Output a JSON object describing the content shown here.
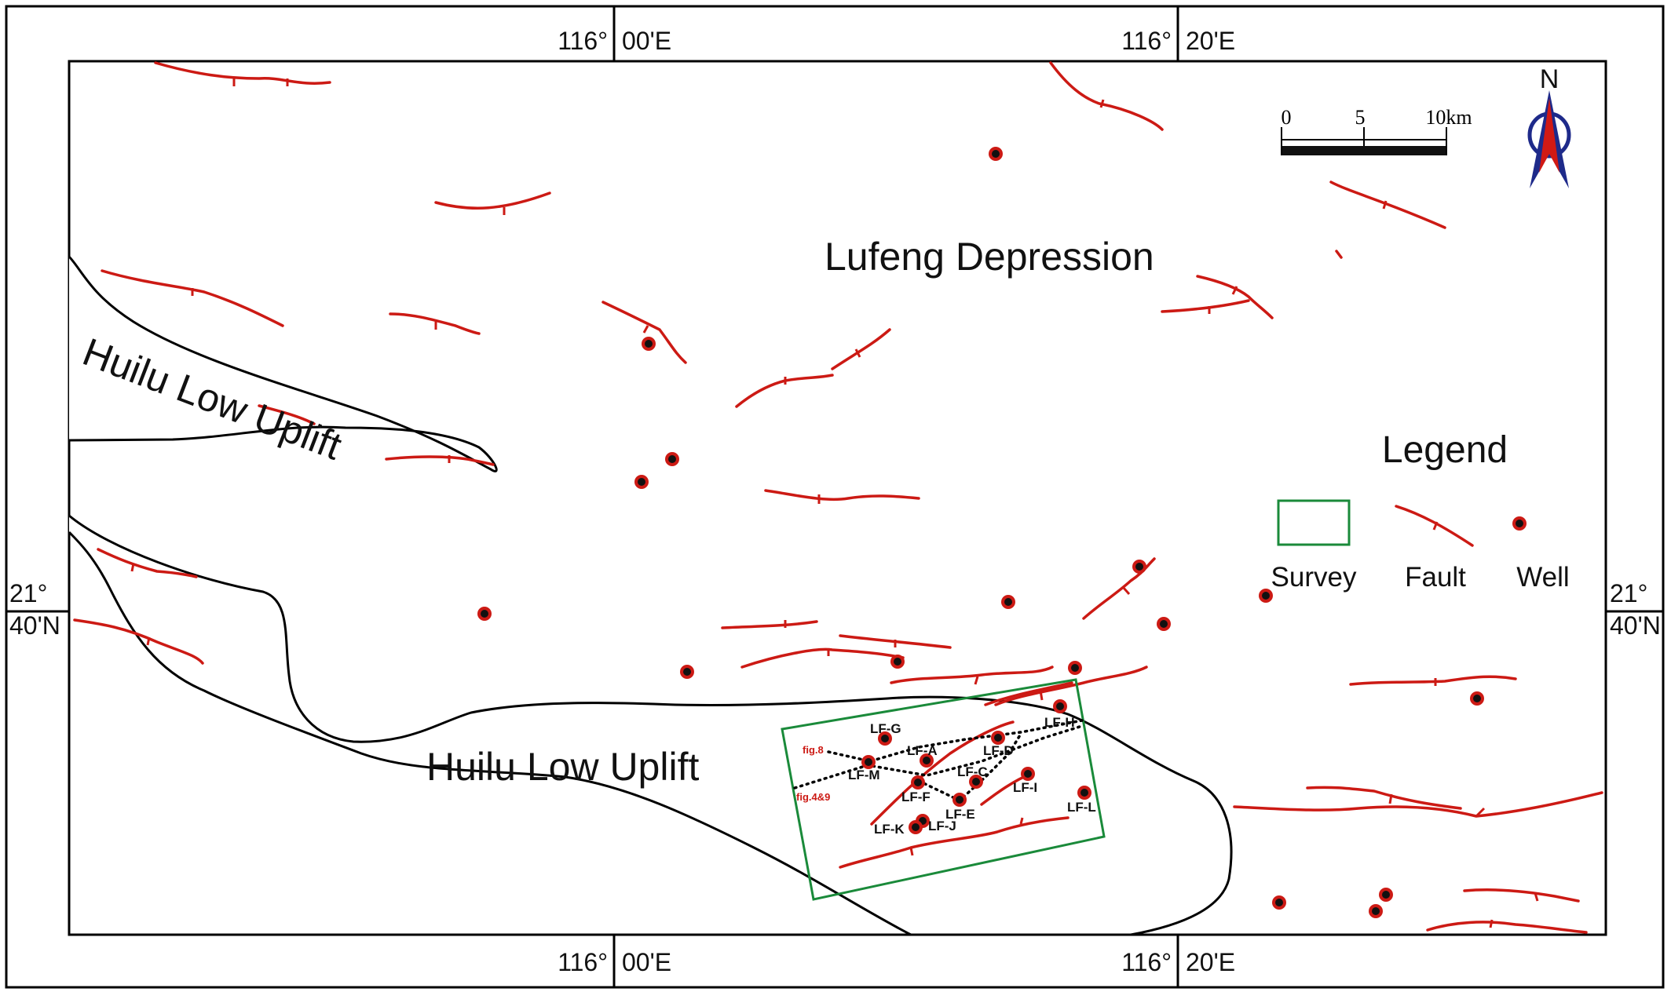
{
  "coordinates": {
    "lon_west": "116°",
    "lon_west_min": "00'E",
    "lon_east": "116°",
    "lon_east_min": "20'E",
    "lat_deg": "21°",
    "lat_min": "40'N"
  },
  "regions": {
    "depression": "Lufeng Depression",
    "uplift_upper": "Huilu Low Uplift",
    "uplift_lower": "Huilu Low Uplift"
  },
  "scale_bar": {
    "labels": [
      "0",
      "5",
      "10km"
    ]
  },
  "north_arrow": {
    "label": "N",
    "icon": "north-arrow-icon"
  },
  "legend": {
    "title": "Legend",
    "items": [
      {
        "label": "Survey",
        "icon": "survey-rectangle-icon"
      },
      {
        "label": "Fault",
        "icon": "fault-line-icon"
      },
      {
        "label": "Well",
        "icon": "well-dot-icon"
      }
    ]
  },
  "wells": {
    "LF-A": "LF-A",
    "LF-C": "LF-C",
    "LF-D": "LF-D",
    "LF-E": "LF-E",
    "LF-F": "LF-F",
    "LF-G": "LF-G",
    "LF-H": "LF-H",
    "LF-I": "LF-I",
    "LF-J": "LF-J",
    "LF-K": "LF-K",
    "LF-L": "LF-L",
    "LF-M": "LF-M"
  },
  "sections": {
    "fig8": "fig.8",
    "fig49": "fig.4&9"
  },
  "colors": {
    "fault": "#cc1a14",
    "survey": "#1a8a3a",
    "well": "#cc1a14"
  }
}
